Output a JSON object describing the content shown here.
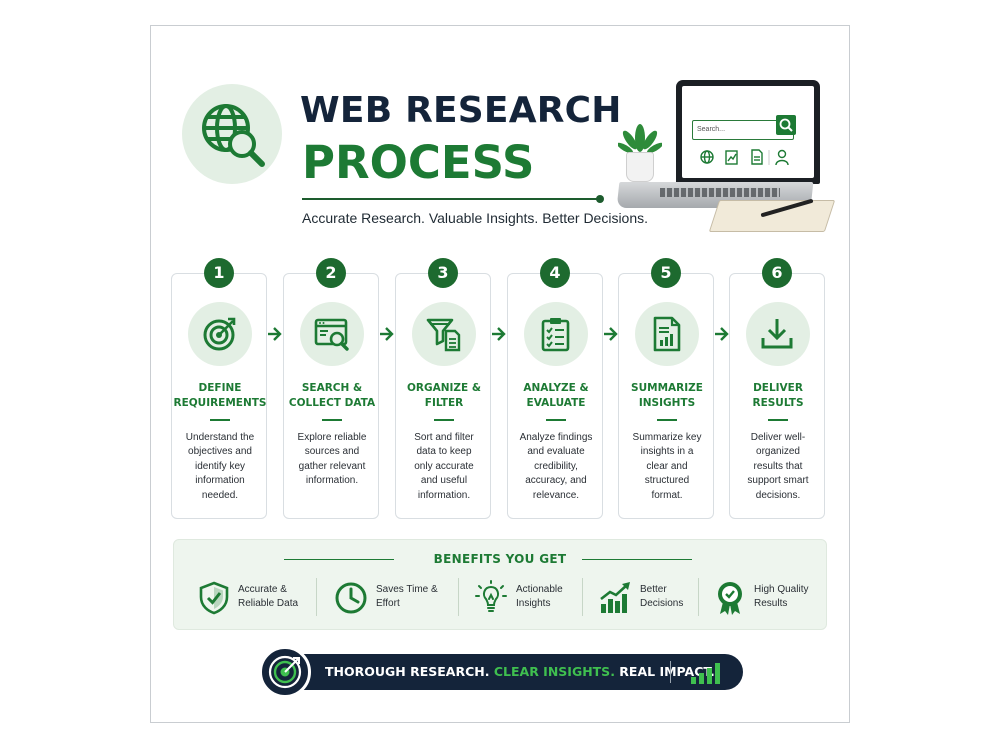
{
  "header": {
    "title_line1": "WEB RESEARCH",
    "title_line2": "PROCESS",
    "tagline": "Accurate Research. Valuable Insights. Better Decisions.",
    "search_placeholder": "Search..."
  },
  "colors": {
    "brand_green": "#1d7a34",
    "dark_navy": "#14243a",
    "light_green": "#e3efe4"
  },
  "steps": [
    {
      "number": "1",
      "icon": "target-icon",
      "title": "DEFINE\nREQUIREMENTS",
      "description": "Understand the\nobjectives and\nidentify key\ninformation\nneeded."
    },
    {
      "number": "2",
      "icon": "browser-search-icon",
      "title": "SEARCH &\nCOLLECT DATA",
      "description": "Explore reliable\nsources and\ngather relevant\ninformation."
    },
    {
      "number": "3",
      "icon": "filter-document-icon",
      "title": "ORGANIZE &\nFILTER",
      "description": "Sort and filter\ndata to keep\nonly accurate\nand useful\ninformation."
    },
    {
      "number": "4",
      "icon": "checklist-clipboard-icon",
      "title": "ANALYZE &\nEVALUATE",
      "description": "Analyze findings\nand evaluate\ncredibility,\naccuracy, and\nrelevance."
    },
    {
      "number": "5",
      "icon": "report-chart-icon",
      "title": "SUMMARIZE\nINSIGHTS",
      "description": "Summarize key\ninsights in a\nclear and\nstructured\nformat."
    },
    {
      "number": "6",
      "icon": "download-tray-icon",
      "title": "DELIVER\nRESULTS",
      "description": "Deliver well-\norganized\nresults that\nsupport smart\ndecisions."
    }
  ],
  "benefits": {
    "title": "BENEFITS YOU GET",
    "items": [
      {
        "icon": "shield-check-icon",
        "label": "Accurate &\nReliable Data"
      },
      {
        "icon": "clock-icon",
        "label": "Saves Time &\nEffort"
      },
      {
        "icon": "lightbulb-icon",
        "label": "Actionable\nInsights"
      },
      {
        "icon": "growth-chart-icon",
        "label": "Better\nDecisions"
      },
      {
        "icon": "award-badge-icon",
        "label": "High Quality\nResults"
      }
    ]
  },
  "footer": {
    "part1": "THOROUGH RESEARCH.",
    "part2": "CLEAR INSIGHTS.",
    "part3": "REAL IMPACT."
  }
}
